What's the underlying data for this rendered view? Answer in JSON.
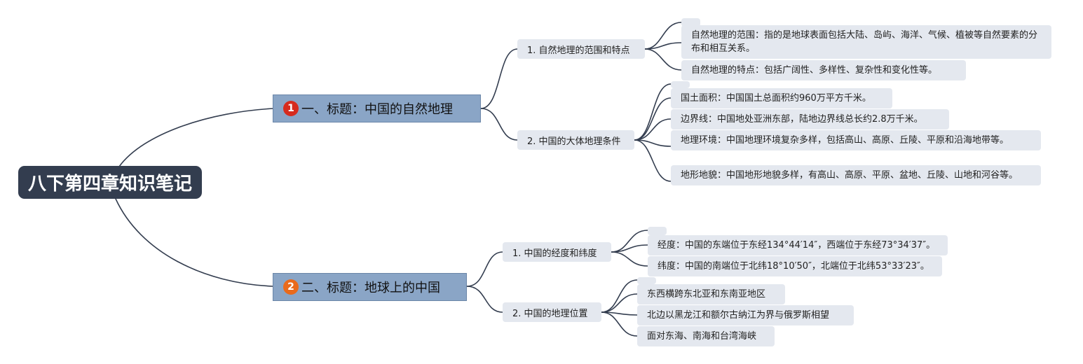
{
  "root": {
    "label": "八下第四章知识笔记"
  },
  "branches": [
    {
      "marker": "1",
      "marker_color": "#d62b1e",
      "label": "一、标题：中国的自然地理",
      "subs": [
        {
          "label": "1. 自然地理的范围和特点",
          "items": [
            "自然地理的范围：指的是地球表面包括大陆、岛屿、海洋、气候、植被等自然要素的分布和相互关系。",
            "自然地理的特点：包括广阔性、多样性、复杂性和变化性等。"
          ]
        },
        {
          "label": "2. 中国的大体地理条件",
          "items": [
            "国土面积：中国国土总面积约960万平方千米。",
            "边界线：中国地处亚洲东部，陆地边界线总长约2.8万千米。",
            "地理环境：中国地理环境复杂多样，包括高山、高原、丘陵、平原和沿海地带等。",
            "地形地貌：中国地形地貌多样，有高山、高原、平原、盆地、丘陵、山地和河谷等。"
          ]
        }
      ]
    },
    {
      "marker": "2",
      "marker_color": "#ea6a1c",
      "label": "二、标题：地球上的中国",
      "subs": [
        {
          "label": "1. 中国的经度和纬度",
          "items": [
            "经度：中国的东端位于东经134°44′14″，西端位于东经73°34′37″。",
            "纬度：中国的南端位于北纬18°10′50″，北端位于北纬53°33′23″。"
          ]
        },
        {
          "label": "2. 中国的地理位置",
          "items": [
            "东西横跨东北亚和东南亚地区",
            "北边以黑龙江和额尔古纳江为界与俄罗斯相望",
            "面对东海、南海和台湾海峡"
          ]
        }
      ]
    }
  ]
}
